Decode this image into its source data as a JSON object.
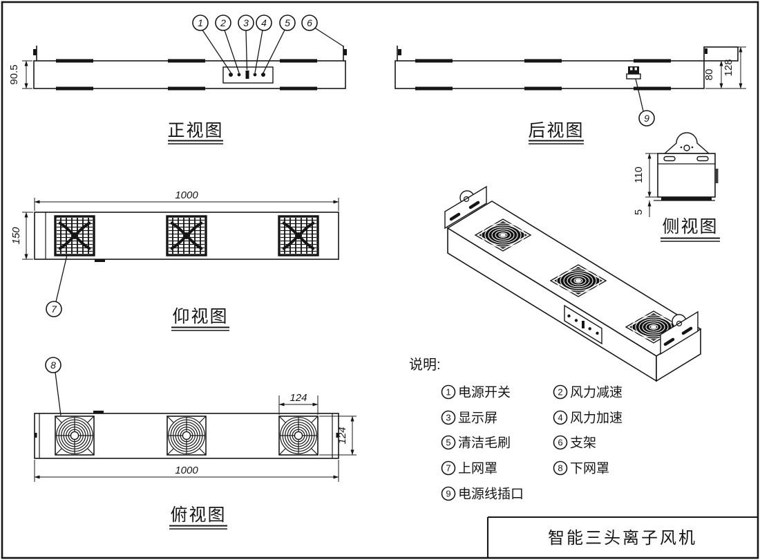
{
  "sheet": {
    "product_title": "智能三头离子风机"
  },
  "views": {
    "front": {
      "label": "正视图",
      "dim_height": "90.5",
      "callouts": [
        "1",
        "2",
        "3",
        "4",
        "5",
        "6"
      ]
    },
    "rear": {
      "label": "后视图",
      "dim_body_height": "80",
      "dim_total_height": "128",
      "callout_power_socket": "9"
    },
    "side": {
      "label": "侧视图",
      "dim_height": "110",
      "dim_base": "5"
    },
    "bottom": {
      "label": "仰视图",
      "dim_length": "1000",
      "dim_width": "150",
      "callout_upper_grille": "7"
    },
    "top": {
      "label": "俯视图",
      "dim_fan_width": "124",
      "dim_fan_depth": "124",
      "dim_length": "1000",
      "callout_lower_grille": "8"
    }
  },
  "legend": {
    "heading": "说明:",
    "items": [
      {
        "num": "1",
        "label": "电源开关"
      },
      {
        "num": "2",
        "label": "风力减速"
      },
      {
        "num": "3",
        "label": "显示屏"
      },
      {
        "num": "4",
        "label": "风力加速"
      },
      {
        "num": "5",
        "label": "清洁毛刷"
      },
      {
        "num": "6",
        "label": "支架"
      },
      {
        "num": "7",
        "label": "上网罩"
      },
      {
        "num": "8",
        "label": "下网罩"
      },
      {
        "num": "9",
        "label": "电源线插口"
      }
    ]
  }
}
